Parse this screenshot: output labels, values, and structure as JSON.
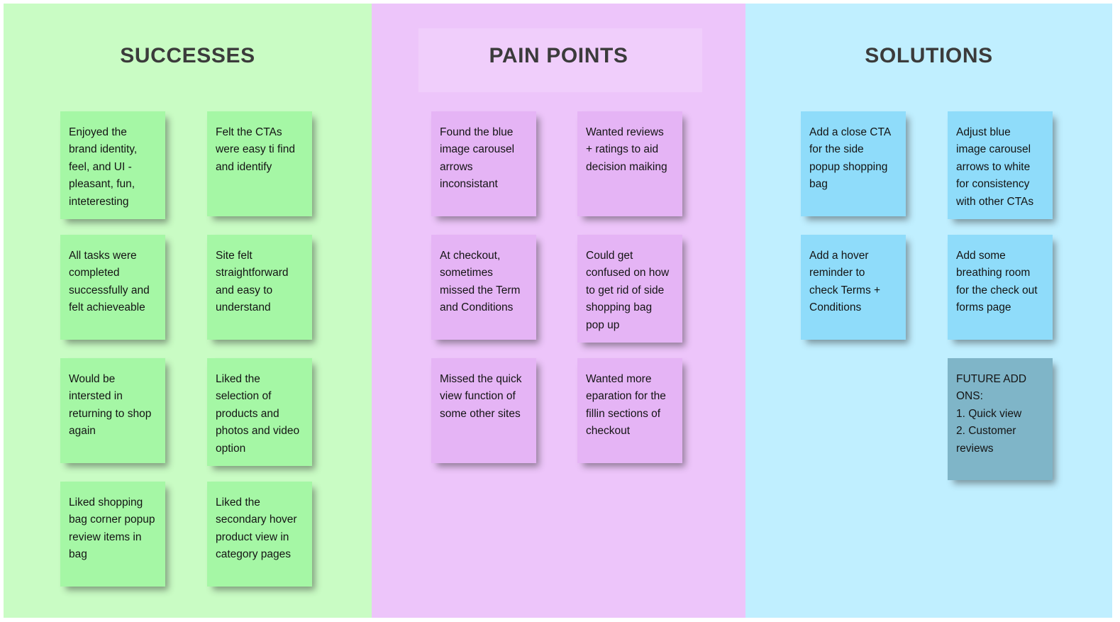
{
  "board": {
    "background": "#ffffff",
    "page_border": "#d6dde0"
  },
  "columns": [
    {
      "key": "successes",
      "title": "SUCCESSES",
      "background": "#c9fcc4",
      "note_color": "#a5f7a5",
      "notes": [
        {
          "text": "Enjoyed the brand identity, feel, and UI - pleasant, fun, inteteresting",
          "col": 0,
          "row": 0
        },
        {
          "text": "Felt the CTAs were easy ti find and identify",
          "col": 1,
          "row": 0
        },
        {
          "text": "All tasks were completed successfully and felt achieveable",
          "col": 0,
          "row": 1
        },
        {
          "text": "Site felt straightforward and easy to understand",
          "col": 1,
          "row": 1
        },
        {
          "text": "Would be intersted in returning to shop again",
          "col": 0,
          "row": 2
        },
        {
          "text": "Liked the selection of products and photos  and video option",
          "col": 1,
          "row": 2
        },
        {
          "text": "Liked shopping bag corner popup review items in bag",
          "col": 0,
          "row": 3
        },
        {
          "text": "Liked the secondary hover product view in category pages",
          "col": 1,
          "row": 3
        }
      ]
    },
    {
      "key": "pain-points",
      "title": "PAIN POINTS",
      "background": "#edc5fa",
      "note_color": "#e5b4f5",
      "notes": [
        {
          "text": "Found the blue image carousel arrows inconsistant",
          "col": 0,
          "row": 0
        },
        {
          "text": "Wanted reviews + ratings to aid decision maiking",
          "col": 1,
          "row": 0
        },
        {
          "text": "At checkout, sometimes missed the Term and Conditions",
          "col": 0,
          "row": 1
        },
        {
          "text": "Could get confused on how to get rid of side shopping bag pop up",
          "col": 1,
          "row": 1
        },
        {
          "text": "Missed the quick view function of some other sites",
          "col": 0,
          "row": 2
        },
        {
          "text": "Wanted more eparation for the fillin sections of checkout",
          "col": 1,
          "row": 2
        }
      ]
    },
    {
      "key": "solutions",
      "title": "SOLUTIONS",
      "background": "#c0efff",
      "note_color": "#8fdcfa",
      "notes": [
        {
          "text": "Add a close CTA for the side popup shopping bag",
          "col": 0,
          "row": 0
        },
        {
          "text": "Adjust blue image carousel arrows to white for consistency with other CTAs",
          "col": 1,
          "row": 0
        },
        {
          "text": "Add a hover reminder to check Terms + Conditions",
          "col": 0,
          "row": 1
        },
        {
          "text": "Add some breathing room for the check out forms page",
          "col": 1,
          "row": 1
        },
        {
          "text": "FUTURE ADD ONS:\n1. Quick view\n2. Customer reviews",
          "col": 1,
          "row": 2,
          "style": "steel"
        }
      ]
    }
  ]
}
